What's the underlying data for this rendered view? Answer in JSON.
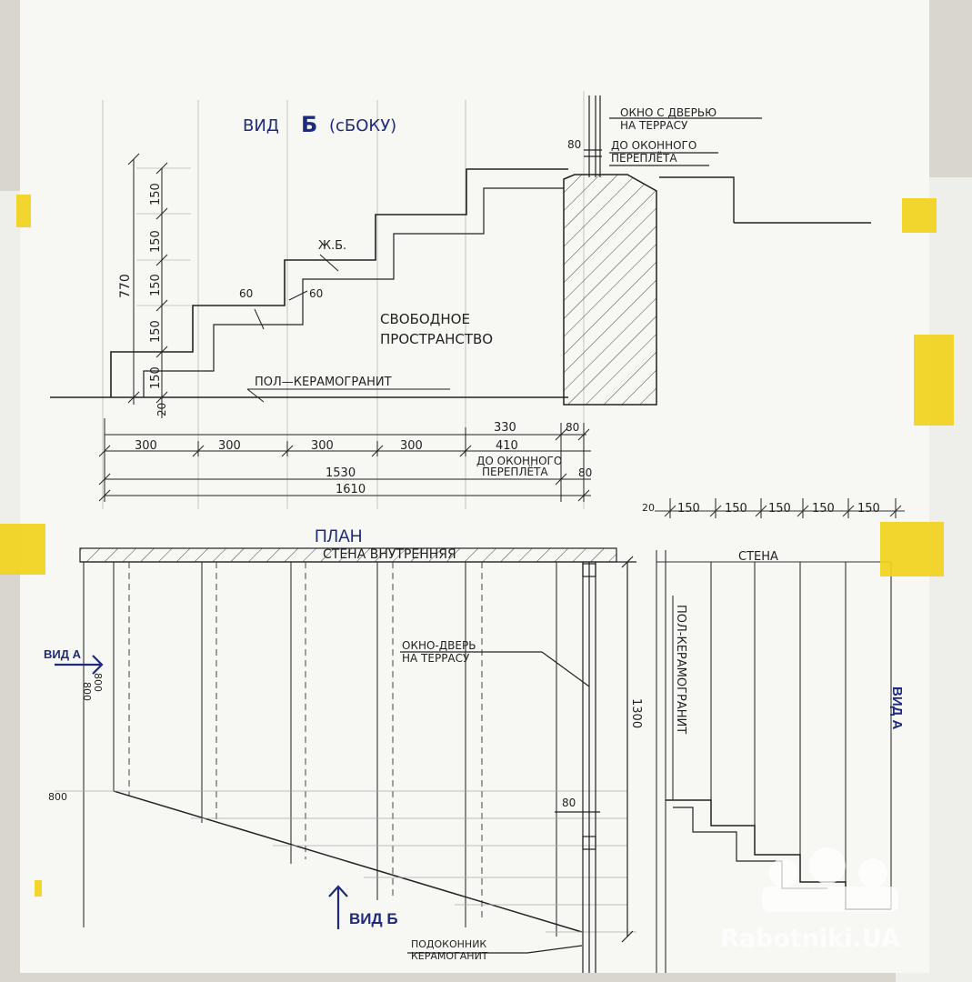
{
  "side_view": {
    "title_prefix": "ВИД",
    "title_letter": "Б",
    "title_suffix": "(сБОКУ)",
    "label_free_space_1": "СВОБОДНОЕ",
    "label_free_space_2": "ПРОСТРАНСТВО",
    "label_floor": "ПОЛ—КЕРАМОГРАНИТ",
    "label_rc": "Ж.Б.",
    "label_window_1": "ОКНО С ДВЕРЬЮ",
    "label_window_2": "НА ТЕРРАСУ",
    "label_to_frame_1": "ДО ОКОННОГО",
    "label_to_frame_2": "ПЕРЕПЛЁТА",
    "dim_80_top": "80",
    "dim_total_height": "770",
    "riser_dims": [
      "150",
      "150",
      "150",
      "150",
      "150"
    ],
    "dim_20": "20",
    "dim_60_a": "60",
    "dim_60_b": "60",
    "tread_dims": [
      "300",
      "300",
      "300",
      "300"
    ],
    "dim_330": "330",
    "dim_80_b": "80",
    "dim_410": "410",
    "label_to_frame_3": "ДО ОКОННОГО",
    "label_to_frame_4": "ПЕРЕПЛЁТА",
    "dim_1530": "1530",
    "dim_80_c": "80",
    "dim_1610": "1610"
  },
  "plan": {
    "title": "ПЛАН",
    "wall_label": "СТЕНА ВНУТРЕННЯЯ",
    "window_door_1": "ОКНО-ДВЕРЬ",
    "window_door_2": "НА ТЕРРАСУ",
    "view_a": "ВИД А",
    "view_b": "ВИД Б",
    "dim_800_a": "800",
    "dim_800_b": "800",
    "dim_800_c": "800",
    "dim_1300": "1300",
    "dim_80": "80",
    "sill_1": "ПОДОКОННИК",
    "sill_2": "КЕРАМОГАНИТ"
  },
  "view_a": {
    "wall_label": "СТЕНА",
    "floor_label": "ПОЛ-КЕРАМОГРАНИТ",
    "view_label": "ВИД А",
    "dim_20": "20",
    "step_dims": [
      "150",
      "150",
      "150",
      "150",
      "150"
    ]
  },
  "watermark": {
    "text": "Rabotniki.UA"
  },
  "colors": {
    "paper": "#f7f7f4",
    "ink": "#222222",
    "blue_ink": "#1f2b7a",
    "tape": "#f2d21b"
  }
}
